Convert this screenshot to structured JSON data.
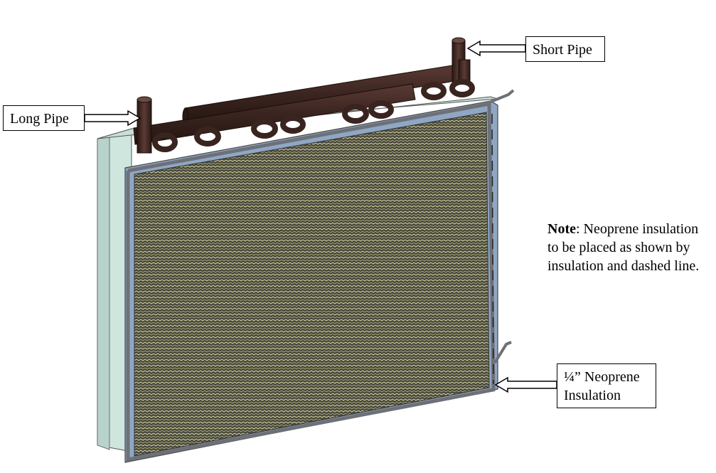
{
  "labels": {
    "short_pipe": "Short Pipe",
    "long_pipe": "Long Pipe",
    "neoprene_line1": "¼” Neoprene",
    "neoprene_line2": "Insulation"
  },
  "note": {
    "heading": "Note",
    "text": ": Neoprene insulation to be placed as shown by insulation and dashed line."
  },
  "colors": {
    "frame_blue": "#8fa7c4",
    "side_panel": "#cfe6df",
    "fins_dark": "#4a4a40",
    "fins_light": "#bdb88a",
    "copper_pipe": "#3a2420",
    "insulation_gray": "#6e7078"
  }
}
